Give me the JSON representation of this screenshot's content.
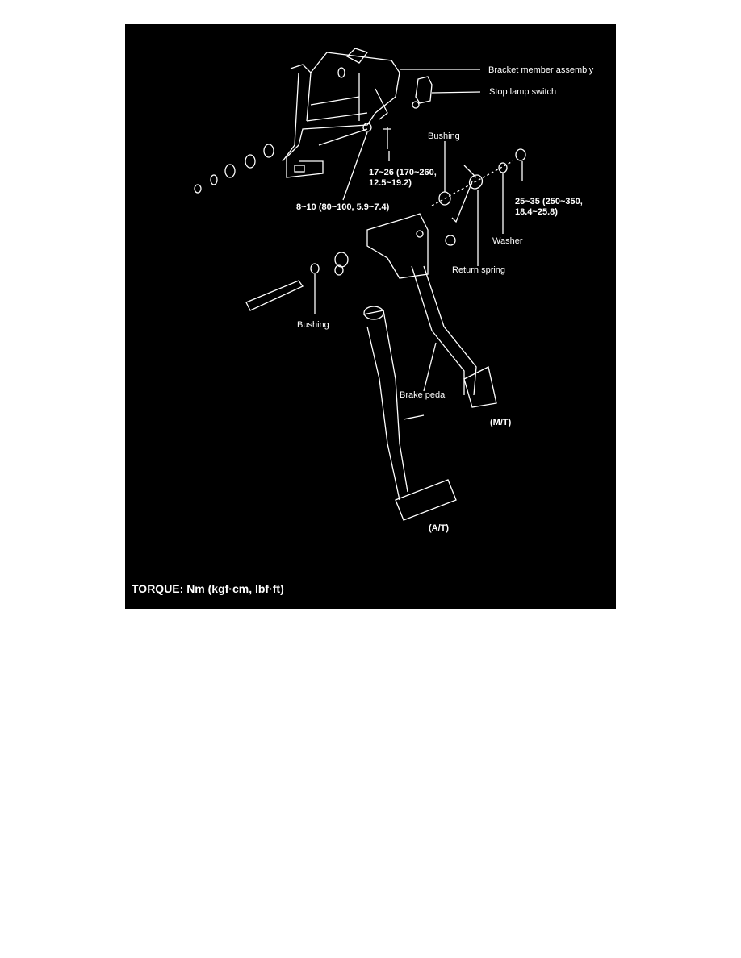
{
  "labels": {
    "bracket": "Bracket member assembly",
    "stop_lamp": "Stop lamp switch",
    "bushing_top": "Bushing",
    "torque_bolt_1": "17~26 (170~260,",
    "torque_bolt_2": "12.5~19.2)",
    "torque_nut_1": "8~10 (80~100, 5.9~7.4)",
    "torque_right_1": "25~35 (250~350,",
    "torque_right_2": "18.4~25.8)",
    "washer": "Washer",
    "return_spring": "Return spring",
    "bushing_bottom": "Bushing",
    "brake_pedal": "Brake pedal",
    "mt": "(M/T)",
    "at": "(A/T)"
  },
  "footer": {
    "torque_units": "TORQUE: Nm (kgf·cm, lbf·ft)"
  }
}
